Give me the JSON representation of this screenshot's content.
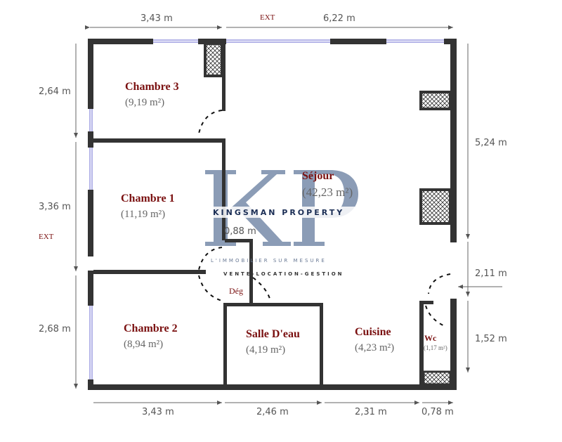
{
  "plan": {
    "rooms": [
      {
        "name": "Chambre 3",
        "area": "(9,19 m²)"
      },
      {
        "name": "Chambre 1",
        "area": "(11,19 m²)"
      },
      {
        "name": "Chambre 2",
        "area": "(8,94 m²)"
      },
      {
        "name": "Séjour",
        "area": "(42,23 m²)"
      },
      {
        "name": "Salle D'eau",
        "area": "(4,19 m²)"
      },
      {
        "name": "Cuisine",
        "area": "(4,23 m²)"
      },
      {
        "name": "Wc",
        "area": "(1,17 m²)"
      },
      {
        "name": "Dég",
        "area": ""
      }
    ],
    "dimensions": {
      "top_left": "3,43 m",
      "top_right": "6,22 m",
      "left_1": "2,64 m",
      "left_2": "3,36 m",
      "left_3": "2,68 m",
      "right_1": "5,24 m",
      "right_2": "2,11 m",
      "right_3": "1,52 m",
      "bottom_1": "3,43 m",
      "bottom_2": "2,46 m",
      "bottom_3": "2,31 m",
      "bottom_4": "0,78 m",
      "deg_width": "0,88 m"
    },
    "ext_labels": [
      "EXT",
      "EXT"
    ]
  },
  "watermark": {
    "letters": "KP",
    "name": "KINGSMAN PROPERTY",
    "tagline": "L'IMMOBILIER SUR MESURE",
    "services": "VENTE-LOCATION-GESTION",
    "color": "#2b4a7a"
  }
}
